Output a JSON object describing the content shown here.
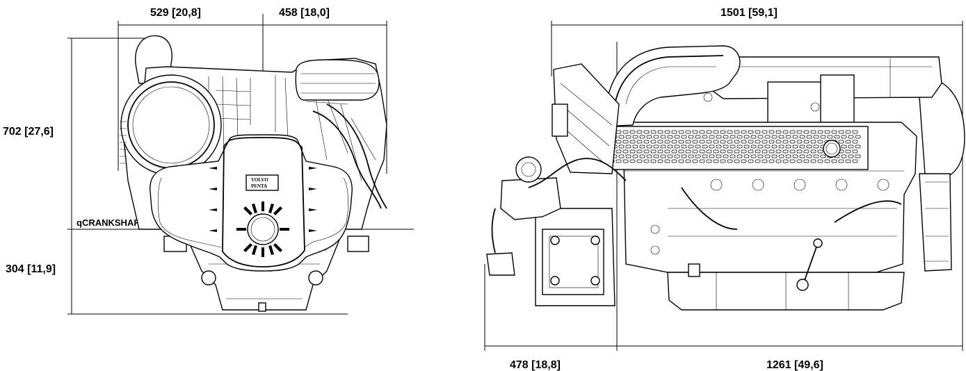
{
  "front_view": {
    "width_left": "529 [20,8]",
    "width_right": "458 [18,0]",
    "height_above_crankshaft": "702 [27,6]",
    "height_below_crankshaft": "304 [11,9]",
    "crankshaft_label": "qCRANKSHAFT",
    "logo_line1": "VOLVO",
    "logo_line2": "PENTA"
  },
  "side_view": {
    "overall_length": "1501 [59,1]",
    "length_to_crankshaft": "478 [18,8]",
    "length_from_crankshaft": "1261 [49,6]"
  }
}
